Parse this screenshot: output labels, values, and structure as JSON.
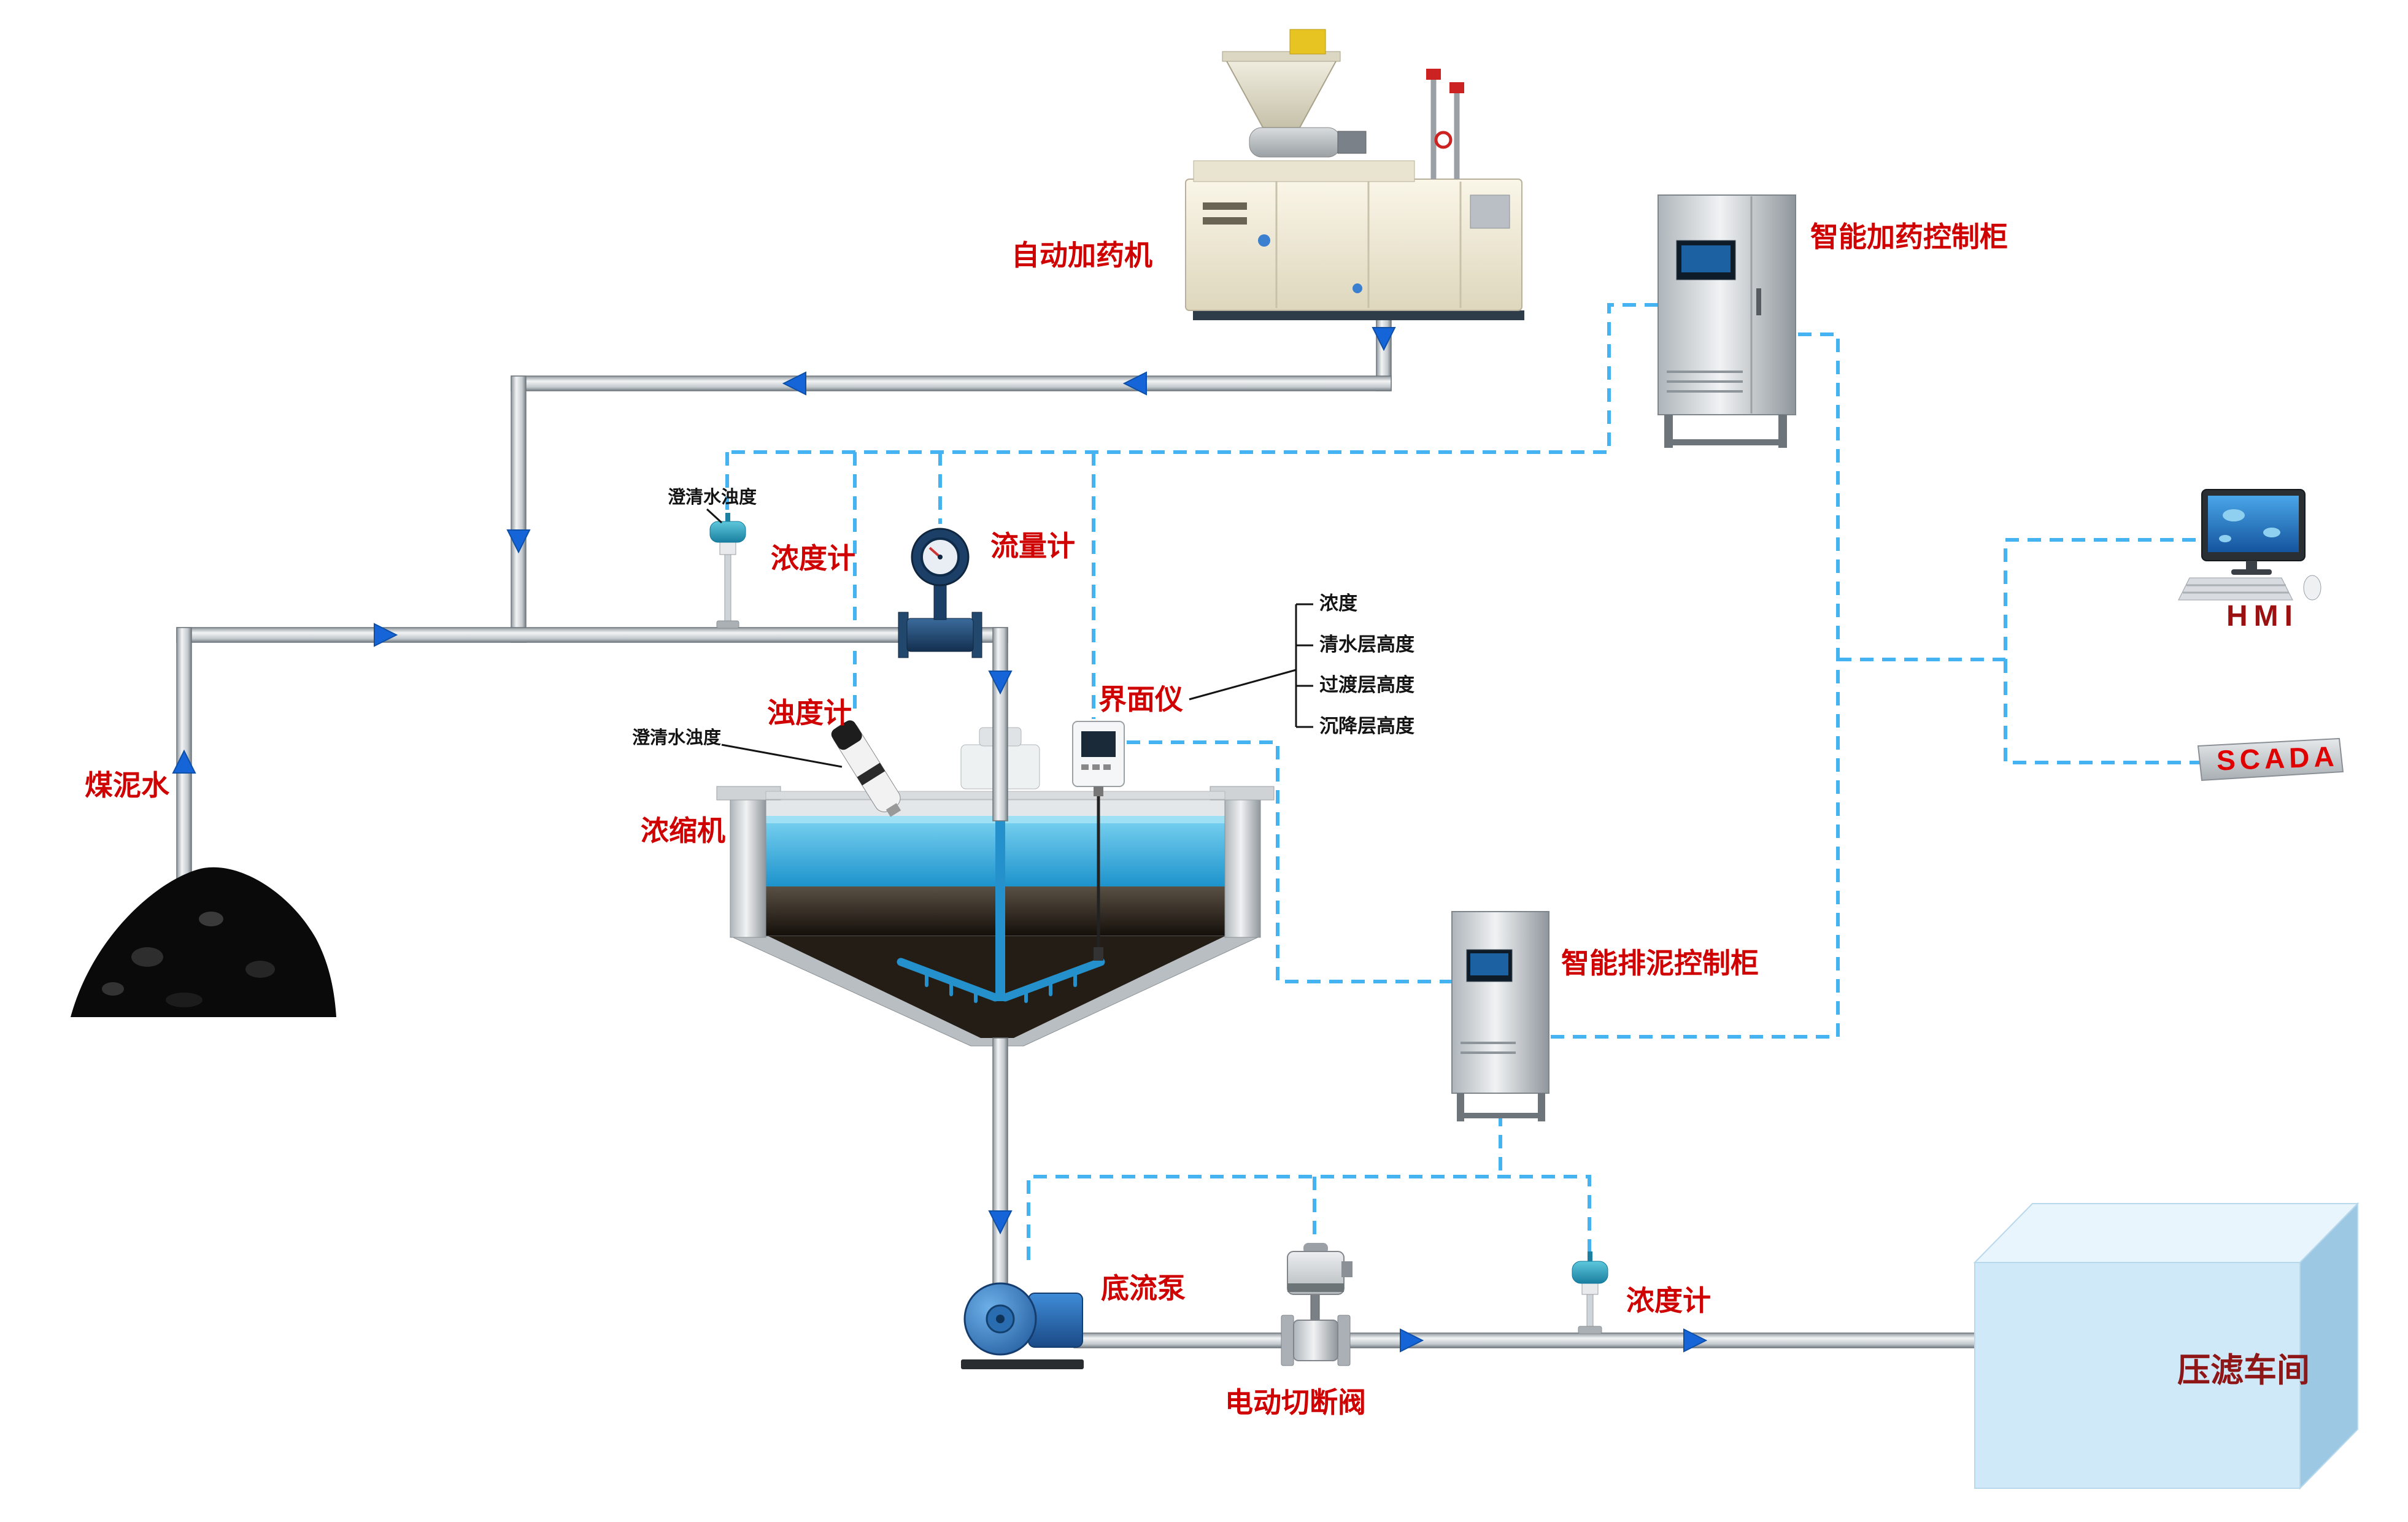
{
  "labels": {
    "auto_doser": "自动加药机",
    "dosing_cabinet": "智能加药控制柜",
    "hmi": "HMI",
    "scada": "SCADA",
    "densitometer_top": "浓度计",
    "flow_meter": "流量计",
    "turbidity_meter": "浊度计",
    "interface_meter": "界面仪",
    "thickener": "浓缩机",
    "coal_slurry_water": "煤泥水",
    "mud_cabinet": "智能排泥控制柜",
    "underflow_pump": "底流泵",
    "electric_shutoff_valve": "电动切断阀",
    "densitometer_bottom": "浓度计",
    "filter_press_workshop": "压滤车间"
  },
  "annotations": {
    "clarified_turbidity_top": "澄清水浊度",
    "clarified_turbidity_side": "澄清水浊度",
    "interface_params": [
      "浓度",
      "清水层高度",
      "过渡层高度",
      "沉降层高度"
    ]
  },
  "colors": {
    "label_red": "#cf0101",
    "label_dark_red": "#8e1616",
    "annotation_black": "#141414",
    "signal_dashed_blue": "#45b2f2",
    "flow_arrow_blue": "#1565d8",
    "pipe_gray": "#c6ccd1",
    "water_blue": "#35aadd",
    "filter_press_blue": "#cfe9f8"
  }
}
